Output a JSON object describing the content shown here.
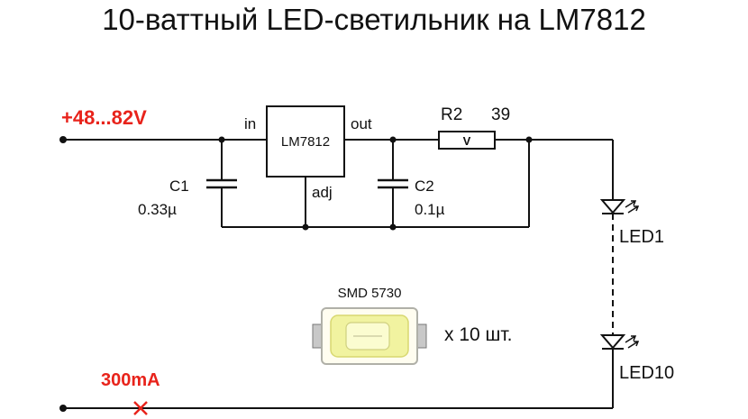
{
  "title": "10-ваттный LED-светильник на LM7812",
  "input": {
    "voltage": "+48...82V",
    "current": "300mA"
  },
  "regulator": {
    "name": "LM7812",
    "pin_in": "in",
    "pin_out": "out",
    "pin_adj": "adj"
  },
  "c1": {
    "ref": "C1",
    "value": "0.33µ"
  },
  "c2": {
    "ref": "C2",
    "value": "0.1µ"
  },
  "r2": {
    "ref": "R2",
    "value": "39",
    "symbol": "V"
  },
  "leds": {
    "first": "LED1",
    "last": "LED10"
  },
  "smd": {
    "label": "SMD 5730",
    "count": "x 10 шт."
  },
  "colors": {
    "accent_red": "#e8231b",
    "wire": "#111111",
    "led_body": "#fffbd0",
    "led_die": "#f1f3a0"
  }
}
